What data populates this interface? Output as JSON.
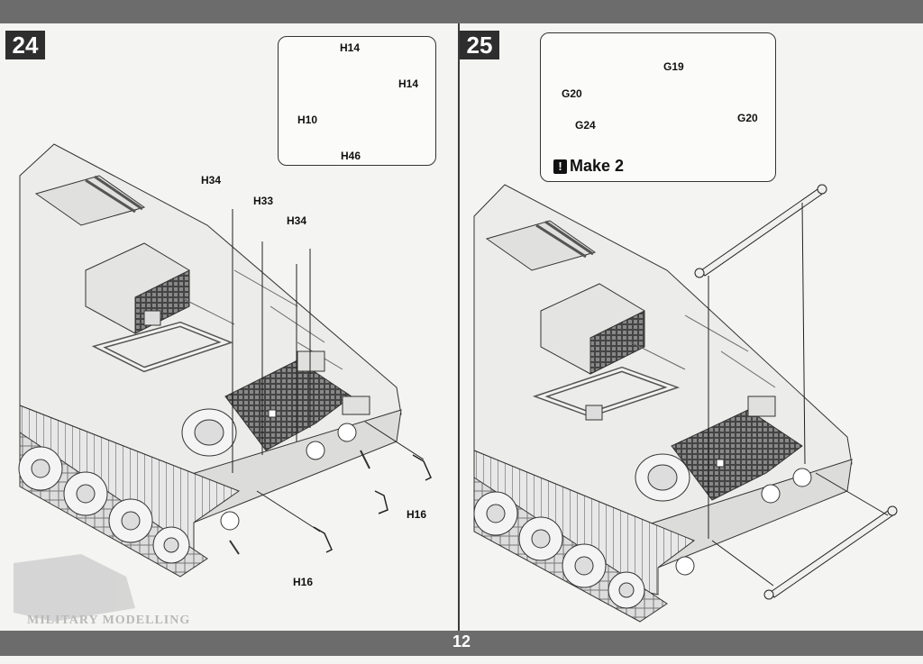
{
  "page_number": "12",
  "step_24": {
    "number": "24",
    "callout_labels": {
      "h14_top": "H14",
      "h14_right": "H14",
      "h10": "H10",
      "h46": "H46"
    },
    "labels": {
      "h34_left": "H34",
      "h33": "H33",
      "h34_right": "H34",
      "h16_right": "H16",
      "h16_bottom": "H16"
    }
  },
  "step_25": {
    "number": "25",
    "callout_labels": {
      "g19": "G19",
      "g20_left": "G20",
      "g20_right": "G20",
      "g24": "G24"
    },
    "make_note": "Make 2",
    "make_icon": "!"
  },
  "watermark": "MILITARY MODELLING"
}
